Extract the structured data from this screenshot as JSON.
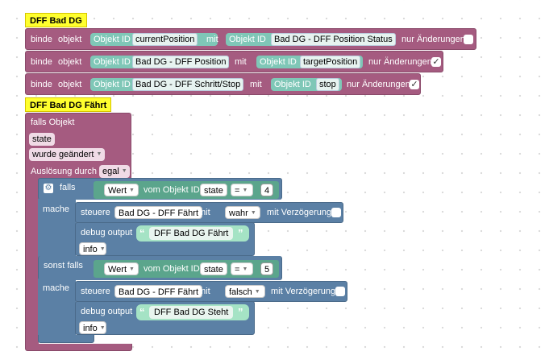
{
  "comments": [
    "DFF Bad DG",
    "DFF Bad DG Fährt"
  ],
  "bind_label": "binde",
  "objekt_label": "objekt",
  "mit_label": "mit",
  "only_changes": "nur Änderungen",
  "objid_label": "Objekt ID",
  "bind_rows": [
    {
      "obj": "currentPosition",
      "target": "Bad DG - DFF Position Status",
      "checked": false
    },
    {
      "obj": "Bad DG - DFF Position",
      "target": "targetPosition",
      "checked": true
    },
    {
      "obj": "Bad DG - DFF Schritt/Stop",
      "target": "stop",
      "checked": true
    }
  ],
  "trigger": {
    "title": "falls Objekt",
    "state": "state",
    "event": "wurde geändert",
    "trigger_label": "Auslösung durch",
    "trigger_value": "egal"
  },
  "if_block": {
    "falls": "falls",
    "mache": "mache",
    "sonst_falls": "sonst falls",
    "wert": "Wert",
    "vom": "vom Objekt ID",
    "eq": "=",
    "steuere": "steuere",
    "mit": "mit",
    "delay": "mit Verzögerung",
    "debug": "debug output",
    "level": "info",
    "branches": [
      {
        "value": "4",
        "target": "Bad DG - DFF Fährt",
        "set": "wahr",
        "msg": "DFF Bad DG Fährt"
      },
      {
        "value": "5",
        "target": "Bad DG - DFF Fährt",
        "set": "falsch",
        "msg": "DFF Bad DG Steht"
      }
    ]
  },
  "icons": {
    "gear": "gear-icon",
    "check": "check-icon",
    "dropdown": "dropdown-arrow-icon",
    "quote": "quote-icon"
  }
}
